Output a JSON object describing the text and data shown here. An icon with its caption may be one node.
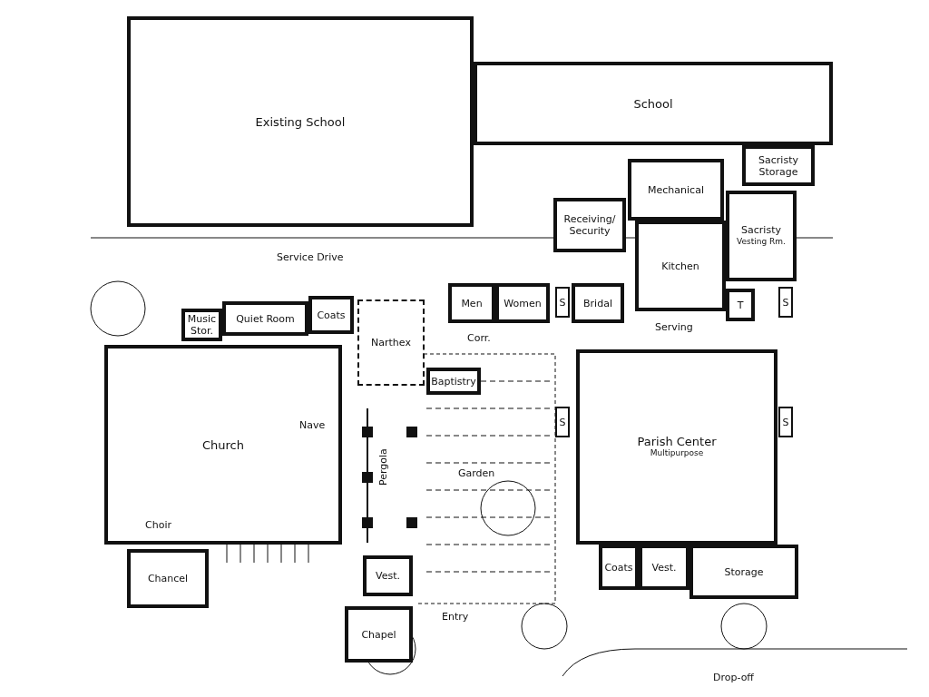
{
  "diagram": {
    "nodes": [
      {
        "text": [
          "Existing School"
        ]
      },
      {
        "text": [
          "School"
        ]
      },
      {
        "text": [
          "Sacristy Storage"
        ]
      },
      {
        "text": [
          "Mechanical"
        ]
      },
      {
        "text": [
          "Receiving/ Security"
        ]
      },
      {
        "text": [
          "Kitchen"
        ]
      },
      {
        "text": [
          "Sacristy",
          "Vesting Rm."
        ]
      },
      {
        "text": [
          "Men"
        ]
      },
      {
        "text": [
          "Women"
        ]
      },
      {
        "text": [
          "S"
        ]
      },
      {
        "text": [
          "Bridal"
        ]
      },
      {
        "text": [
          "T"
        ]
      },
      {
        "text": [
          "S"
        ]
      },
      {
        "text": [
          "Music Stor."
        ]
      },
      {
        "text": [
          "Quiet Room"
        ]
      },
      {
        "text": [
          "Coats"
        ]
      },
      {
        "text": [
          "Narthex"
        ]
      },
      {
        "text": [
          "Baptistry"
        ]
      },
      {
        "text": [
          "Church"
        ]
      },
      {
        "text": [
          "Parish Center",
          "Multipurpose"
        ]
      },
      {
        "text": [
          "S"
        ]
      },
      {
        "text": [
          "S"
        ]
      },
      {
        "text": [
          "Chancel"
        ]
      },
      {
        "text": [
          "Vest."
        ]
      },
      {
        "text": [
          "Chapel"
        ]
      },
      {
        "text": [
          "Coats"
        ]
      },
      {
        "text": [
          "Vest."
        ]
      },
      {
        "text": [
          "Storage"
        ]
      }
    ],
    "labels": [
      "Service Drive",
      "Corr.",
      "Serving",
      "Nave",
      "Garden",
      "Pergola",
      "Choir",
      "Entry",
      "Drop-off"
    ]
  }
}
